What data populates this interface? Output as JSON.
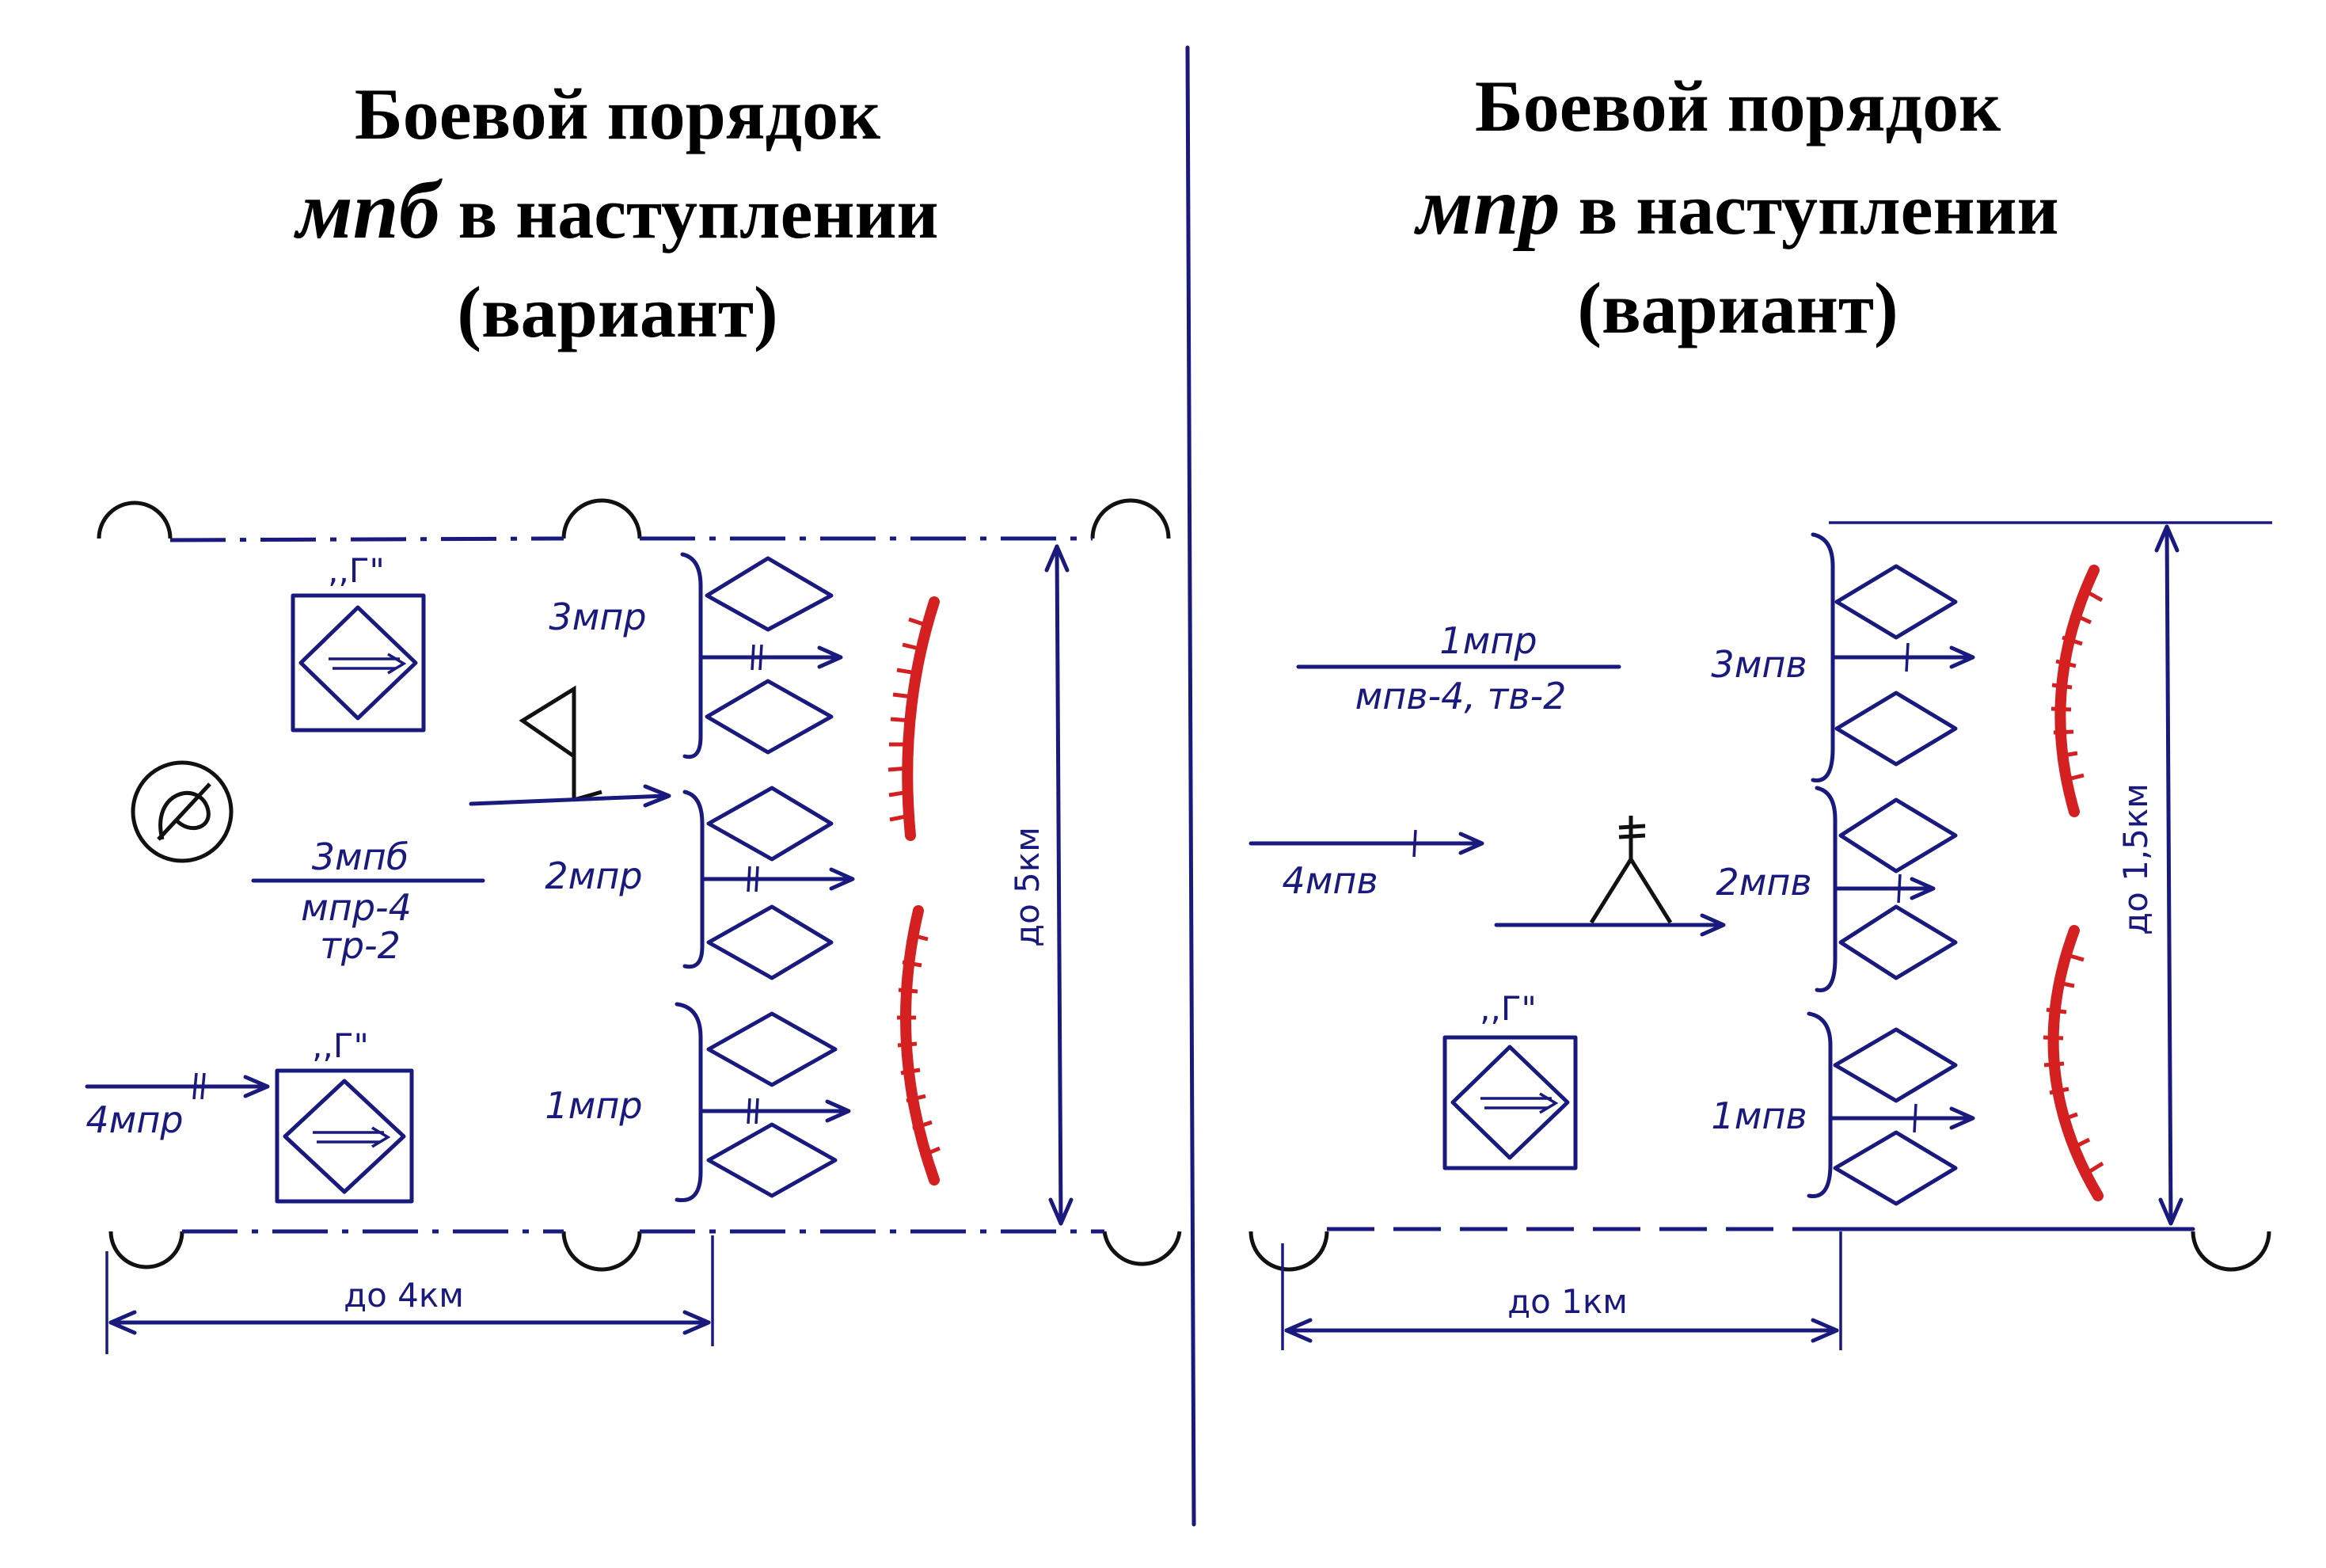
{
  "left_panel": {
    "title_line1": "Боевой порядок",
    "title_italic": "мпб",
    "title_line2_rest": " в наступлении",
    "title_line3": "(вариант)",
    "g_label": ",,Г\"",
    "unit_3mpr": "3мпр",
    "unit_2mpr": "2мпр",
    "unit_1mpr": "1мпр",
    "unit_4mpr": "4мпр",
    "frac_top": "3мпб",
    "frac_mid": "мпр-4",
    "frac_bot": "тр-2",
    "dim_width": "до 4км",
    "dim_depth": "до 5км"
  },
  "right_panel": {
    "title_line1": "Боевой порядок",
    "title_italic": "мпр",
    "title_line2_rest": " в наступлении",
    "title_line3": "(вариант)",
    "g_label": ",,Г\"",
    "frac_top": "1мпр",
    "frac_bot": "мпв-4, тв-2",
    "unit_3mpv": "3мпв",
    "unit_2mpv": "2мпв",
    "unit_1mpv": "1мпв",
    "unit_4mpv": "4мпв",
    "dim_width": "до 1км",
    "dim_depth": "до 1,5км"
  },
  "colors": {
    "ink": "#1a1a7e",
    "enemy": "#d42020",
    "title": "#000000"
  }
}
